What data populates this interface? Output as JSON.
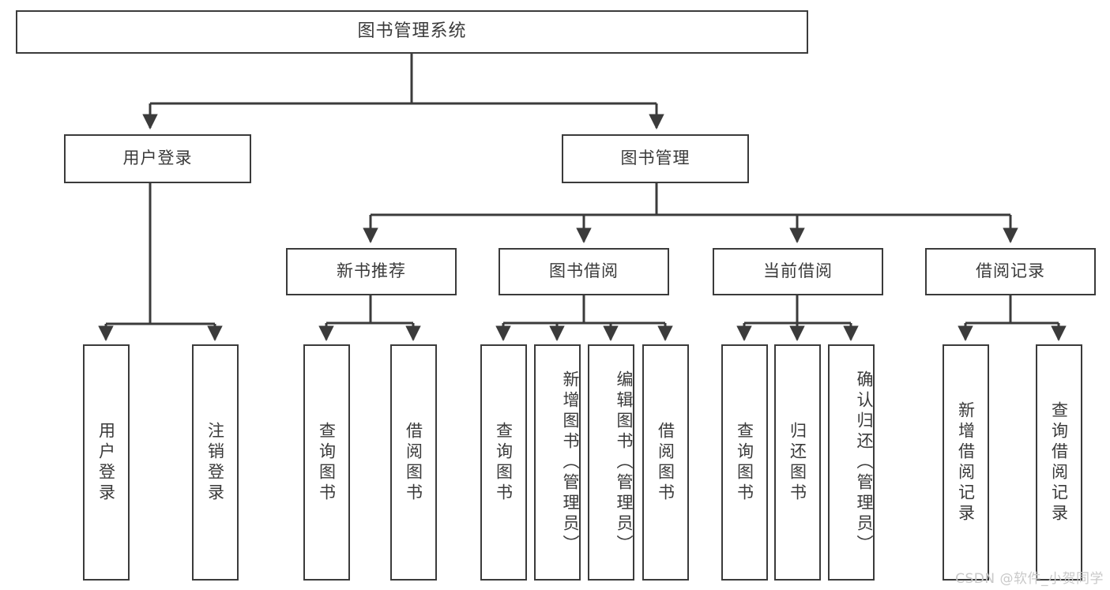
{
  "diagram": {
    "title": "图书管理系统",
    "type": "tree",
    "watermark": "CSDN @软件_小贺同学",
    "colors": {
      "box_border": "#3b3b3b",
      "box_fill": "#ffffff",
      "edge": "#3b3b3b",
      "text": "#3a3a3a",
      "watermark": "#c9c9c9",
      "background": "#ffffff"
    },
    "levels": {
      "root": {
        "label": "图书管理系统"
      },
      "level2": [
        {
          "label": "用户登录"
        },
        {
          "label": "图书管理"
        }
      ],
      "level3": [
        {
          "label": "新书推荐"
        },
        {
          "label": "图书借阅"
        },
        {
          "label": "当前借阅"
        },
        {
          "label": "借阅记录"
        }
      ],
      "leaves": [
        {
          "label": "用户登录",
          "parent": "用户登录"
        },
        {
          "label": "注销登录",
          "parent": "用户登录"
        },
        {
          "label": "查询图书",
          "parent": "新书推荐"
        },
        {
          "label": "借阅图书",
          "parent": "新书推荐"
        },
        {
          "label": "查询图书",
          "parent": "图书借阅"
        },
        {
          "label": "新增图书（管理员）",
          "parent": "图书借阅"
        },
        {
          "label": "编辑图书（管理员）",
          "parent": "图书借阅"
        },
        {
          "label": "借阅图书",
          "parent": "图书借阅"
        },
        {
          "label": "查询图书",
          "parent": "当前借阅"
        },
        {
          "label": "归还图书",
          "parent": "当前借阅"
        },
        {
          "label": "确认归还（管理员）",
          "parent": "当前借阅"
        },
        {
          "label": "新增借阅记录",
          "parent": "借阅记录"
        },
        {
          "label": "查询借阅记录",
          "parent": "借阅记录"
        }
      ]
    }
  }
}
